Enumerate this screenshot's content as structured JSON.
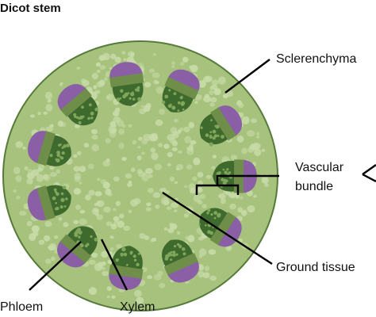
{
  "diagram": {
    "title": "Dicot stem",
    "labels": {
      "sclerenchyma": "Sclerenchyma",
      "vascular_line1": "Vascular",
      "vascular_line2": "bundle",
      "ground_tissue": "Ground tissue",
      "phloem": "Phloem",
      "xylem": "Xylem"
    },
    "vascular_bundle_count": 11,
    "colors": {
      "stem_fill": "#a6c27c",
      "stem_outline": "#557a3a",
      "ground_cells": "#c8dba8",
      "sclerenchyma": "#8a5fa6",
      "phloem_band": "#6e8e4a",
      "xylem": "#3f6a2e",
      "xylem_cells": "#7fa65a",
      "line": "#000000",
      "text": "#111111"
    }
  }
}
